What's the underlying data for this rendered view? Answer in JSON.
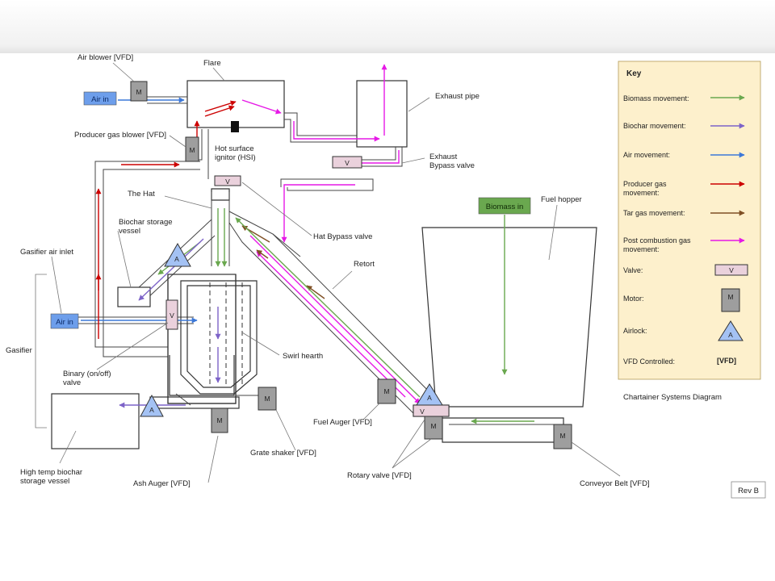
{
  "colors": {
    "biomass": "#6aa84f",
    "biochar": "#7d63c8",
    "air": "#3c78d8",
    "producer_gas": "#cc0000",
    "tar_gas": "#7f4f24",
    "post_combustion": "#e619e6",
    "motor_fill": "#9e9e9e",
    "airlock_fill": "#a4c2f4",
    "valve_fill": "#ead1dc",
    "air_box": "#6d9eeb",
    "biomass_box": "#6aa84f",
    "key_bg": "#fdf0cc"
  },
  "labels": {
    "air_blower": "Air blower ",
    "flare": "Flare",
    "exhaust_pipe": "Exhaust pipe",
    "producer_gas_blower": "Producer gas blower ",
    "hsi_1": "Hot surface",
    "hsi_2": "ignitor  (HSI)",
    "exhaust_bypass_1": "Exhaust",
    "exhaust_bypass_2": "Bypass valve",
    "the_hat": "The Hat",
    "fuel_hopper": "Fuel hopper",
    "biochar_storage_1": "Biochar storage",
    "biochar_storage_2": "vessel",
    "hat_bypass": "Hat Bypass valve",
    "gasifier_air_inlet": "Gasifier air inlet",
    "retort": "Retort",
    "gasifier": "Gasifier",
    "swirl_hearth": "Swirl hearth",
    "binary_valve_1": "Binary (on/off)",
    "binary_valve_2": "valve",
    "fuel_auger": "Fuel Auger ",
    "grate_shaker": "Grate shaker ",
    "high_temp_1": "High temp biochar",
    "high_temp_2": "storage vessel",
    "ash_auger": "Ash Auger ",
    "rotary_valve": "Rotary valve ",
    "conveyor_belt": "Conveyor Belt ",
    "vfd_tag": "[VFD]",
    "air_in": "Air in",
    "biomass_in": "Biomass in",
    "motor_symbol": "M",
    "valve_symbol": "V",
    "airlock_symbol": "A",
    "rev": "Rev B",
    "caption": "Chartainer Systems Diagram"
  },
  "key": {
    "title": "Key",
    "biomass": "Biomass movement:",
    "biochar": "Biochar movement:",
    "air": "Air movement:",
    "producer_gas_1": "Producer gas",
    "producer_gas_2": "movement:",
    "tar_gas": "Tar gas movement:",
    "post_combustion_1": "Post combustion gas",
    "post_combustion_2": "movement:",
    "valve": "Valve:",
    "motor": "Motor:",
    "airlock": "Airlock:",
    "vfd": "VFD Controlled:",
    "vfd_value": "[VFD]"
  }
}
